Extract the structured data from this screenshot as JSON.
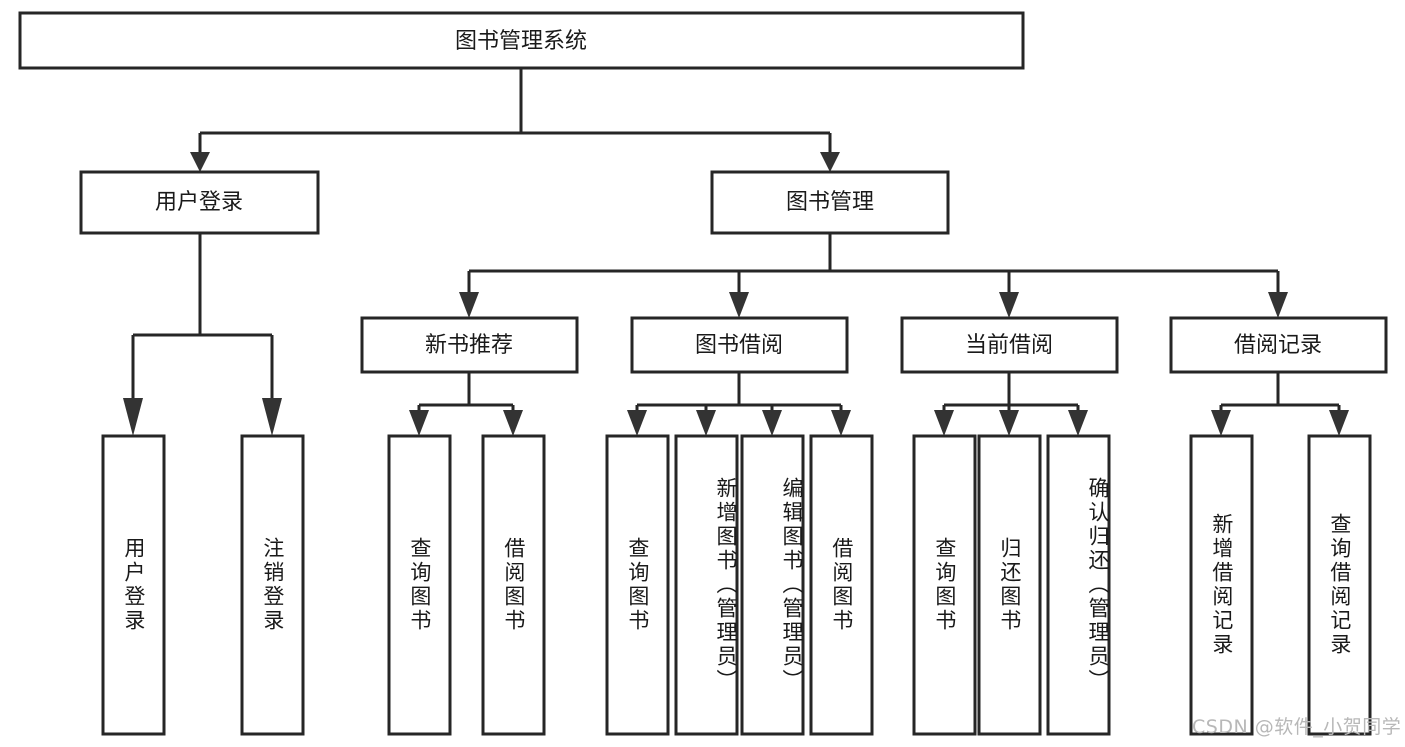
{
  "diagram": {
    "type": "tree-hierarchy",
    "title": "图书管理系统",
    "root": {
      "id": "root",
      "label": "图书管理系统",
      "orientation": "horizontal"
    },
    "level1": [
      {
        "id": "user-login",
        "label": "用户登录",
        "orientation": "horizontal"
      },
      {
        "id": "book-manage",
        "label": "图书管理",
        "orientation": "horizontal"
      }
    ],
    "level2": [
      {
        "id": "new-book-recommend",
        "label": "新书推荐",
        "orientation": "horizontal",
        "parent": "book-manage"
      },
      {
        "id": "book-borrow",
        "label": "图书借阅",
        "orientation": "horizontal",
        "parent": "book-manage"
      },
      {
        "id": "current-borrow",
        "label": "当前借阅",
        "orientation": "horizontal",
        "parent": "book-manage"
      },
      {
        "id": "borrow-record",
        "label": "借阅记录",
        "orientation": "horizontal",
        "parent": "book-manage"
      }
    ],
    "leaves": [
      {
        "id": "leaf-user-login",
        "label": "用户登录",
        "orientation": "vertical",
        "parent": "user-login"
      },
      {
        "id": "leaf-logout",
        "label": "注销登录",
        "orientation": "vertical",
        "parent": "user-login"
      },
      {
        "id": "leaf-query-book-1",
        "label": "查询图书",
        "orientation": "vertical",
        "parent": "new-book-recommend"
      },
      {
        "id": "leaf-borrow-book-1",
        "label": "借阅图书",
        "orientation": "vertical",
        "parent": "new-book-recommend"
      },
      {
        "id": "leaf-query-book-2",
        "label": "查询图书",
        "orientation": "vertical",
        "parent": "book-borrow"
      },
      {
        "id": "leaf-add-book",
        "label": "新增图书（管理员）",
        "orientation": "vertical",
        "parent": "book-borrow"
      },
      {
        "id": "leaf-edit-book",
        "label": "编辑图书（管理员）",
        "orientation": "vertical",
        "parent": "book-borrow"
      },
      {
        "id": "leaf-borrow-book-2",
        "label": "借阅图书",
        "orientation": "vertical",
        "parent": "book-borrow"
      },
      {
        "id": "leaf-query-book-3",
        "label": "查询图书",
        "orientation": "vertical",
        "parent": "current-borrow"
      },
      {
        "id": "leaf-return-book",
        "label": "归还图书",
        "orientation": "vertical",
        "parent": "current-borrow"
      },
      {
        "id": "leaf-confirm-return",
        "label": "确认归还（管理员）",
        "orientation": "vertical",
        "parent": "current-borrow"
      },
      {
        "id": "leaf-add-record",
        "label": "新增借阅记录",
        "orientation": "vertical",
        "parent": "borrow-record"
      },
      {
        "id": "leaf-query-record",
        "label": "查询借阅记录",
        "orientation": "vertical",
        "parent": "borrow-record"
      }
    ],
    "colors": {
      "box_stroke": "#262626",
      "box_fill": "#ffffff",
      "edge": "#262626",
      "arrow": "#333333",
      "text": "#1a1a1a",
      "background": "#ffffff",
      "watermark": "#b8b8b8"
    }
  },
  "watermark": {
    "text": "CSDN @软件_小贺同学"
  }
}
